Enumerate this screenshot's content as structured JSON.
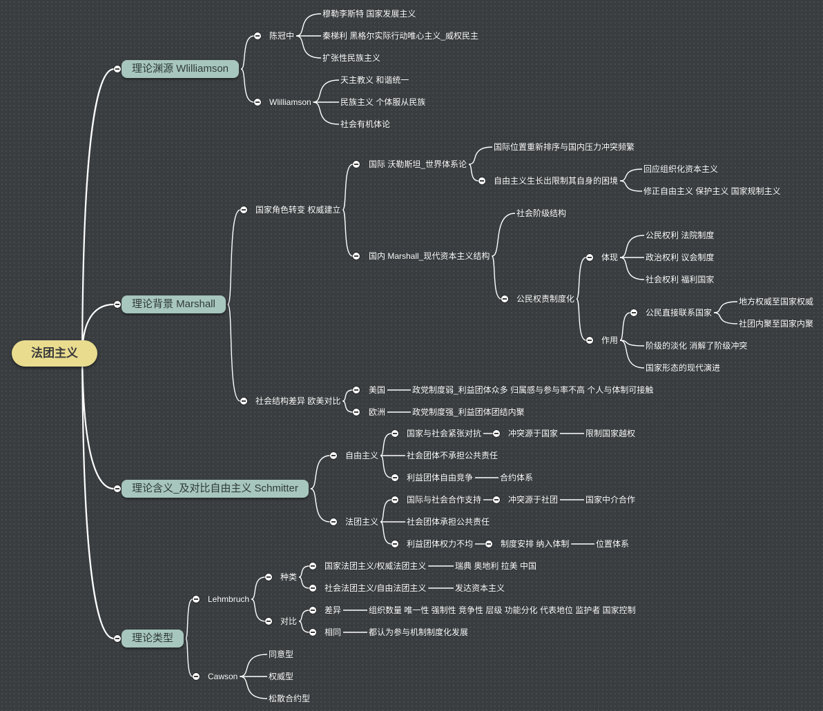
{
  "root": "法团主义",
  "branches": [
    {
      "label": "理论渊源 Wlilliamson",
      "children": [
        {
          "label": "陈冠中",
          "children": [
            {
              "label": "穆勒李斯特 国家发展主义"
            },
            {
              "label": "秦梯利 黑格尔实际行动唯心主义_威权民主"
            },
            {
              "label": "扩张性民族主义"
            }
          ]
        },
        {
          "label": "Wlilliamson",
          "children": [
            {
              "label": "天主教义 和谐统一"
            },
            {
              "label": "民族主义 个体服从民族"
            },
            {
              "label": "社会有机体论"
            }
          ]
        }
      ]
    },
    {
      "label": "理论背景 Marshall",
      "children": [
        {
          "label": "国家角色转变 权威建立",
          "children": [
            {
              "label": "国际 沃勒斯坦_世界体系论",
              "children": [
                {
                  "label": "国际位置重新排序与国内压力冲突频繁"
                },
                {
                  "label": "自由主义生长出限制其自身的困境",
                  "children": [
                    {
                      "label": "回应组织化资本主义"
                    },
                    {
                      "label": "修正自由主义 保护主义 国家规制主义"
                    }
                  ]
                }
              ]
            },
            {
              "label": "国内 Marshall_现代资本主义结构",
              "children": [
                {
                  "label": "社会阶级结构"
                },
                {
                  "label": "公民权责制度化",
                  "children": [
                    {
                      "label": "体现",
                      "children": [
                        {
                          "label": "公民权利 法院制度"
                        },
                        {
                          "label": "政治权利 议会制度"
                        },
                        {
                          "label": "社会权利 福利国家"
                        }
                      ]
                    },
                    {
                      "label": "作用",
                      "children": [
                        {
                          "label": "公民直接联系国家",
                          "children": [
                            {
                              "label": "地方权威至国家权威"
                            },
                            {
                              "label": "社团内聚至国家内聚"
                            }
                          ]
                        },
                        {
                          "label": "阶级的淡化 消解了阶级冲突"
                        },
                        {
                          "label": "国家形态的现代演进"
                        }
                      ]
                    }
                  ]
                }
              ]
            }
          ]
        },
        {
          "label": "社会结构差异 欧美对比",
          "children": [
            {
              "label": "美国",
              "children": [
                {
                  "label": "政党制度弱_利益团体众多 归属感与参与率不高 个人与体制可接触"
                }
              ]
            },
            {
              "label": "欧洲",
              "children": [
                {
                  "label": "政党制度强_利益团体团结内聚"
                }
              ]
            }
          ]
        }
      ]
    },
    {
      "label": "理论含义_及对比自由主义 Schmitter",
      "children": [
        {
          "label": "自由主义",
          "children": [
            {
              "label": "国家与社会紧张对抗",
              "children": [
                {
                  "label": "冲突源于国家",
                  "children": [
                    {
                      "label": "限制国家越权"
                    }
                  ]
                }
              ]
            },
            {
              "label": "社会团体不承担公共责任"
            },
            {
              "label": "利益团体自由竞争",
              "children": [
                {
                  "label": "合约体系"
                }
              ]
            }
          ]
        },
        {
          "label": "法团主义",
          "children": [
            {
              "label": "国际与社会合作支持",
              "children": [
                {
                  "label": "冲突源于社团",
                  "children": [
                    {
                      "label": "国家中介合作"
                    }
                  ]
                }
              ]
            },
            {
              "label": "社会团体承担公共责任"
            },
            {
              "label": "利益团体权力不均",
              "children": [
                {
                  "label": "制度安排 纳入体制",
                  "children": [
                    {
                      "label": "位置体系"
                    }
                  ]
                }
              ]
            }
          ]
        }
      ]
    },
    {
      "label": "理论类型",
      "children": [
        {
          "label": "Lehmbruch",
          "children": [
            {
              "label": "种类",
              "children": [
                {
                  "label": "国家法团主义/权威法团主义",
                  "children": [
                    {
                      "label": "瑞典 奥地利 拉美 中国"
                    }
                  ]
                },
                {
                  "label": "社会法团主义/自由法团主义",
                  "children": [
                    {
                      "label": "发达资本主义"
                    }
                  ]
                }
              ]
            },
            {
              "label": "对比",
              "children": [
                {
                  "label": "差异",
                  "children": [
                    {
                      "label": "组织数量 唯一性 强制性 竞争性 层级 功能分化 代表地位 监护者 国家控制"
                    }
                  ]
                },
                {
                  "label": "相同",
                  "children": [
                    {
                      "label": "都认为参与机制制度化发展"
                    }
                  ]
                }
              ]
            }
          ]
        },
        {
          "label": "Cawson",
          "children": [
            {
              "label": "同意型"
            },
            {
              "label": "权威型"
            },
            {
              "label": "松散合约型"
            }
          ]
        }
      ]
    }
  ]
}
